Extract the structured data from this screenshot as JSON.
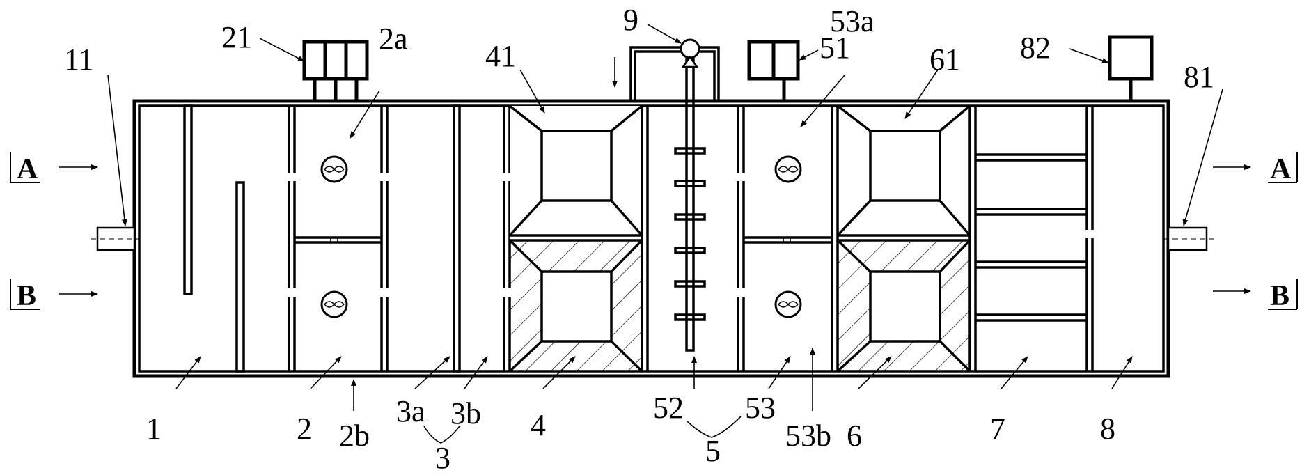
{
  "labels": {
    "l1": "1",
    "l2": "2",
    "l2a": "2a",
    "l2b": "2b",
    "l3": "3",
    "l3a": "3a",
    "l3b": "3b",
    "l4": "4",
    "l41": "41",
    "l5": "5",
    "l51": "51",
    "l52": "52",
    "l53": "53",
    "l53a": "53a",
    "l53b": "53b",
    "l6": "6",
    "l61": "61",
    "l7": "7",
    "l8": "8",
    "l9": "9",
    "l11": "11",
    "l21": "21",
    "l81": "81",
    "l82": "82"
  },
  "sections": {
    "a": "A",
    "b": "B"
  },
  "icons": {
    "aerator": "aerator-icon",
    "pump": "pump-icon",
    "blower": "blower-icon",
    "controller": "controller-box-icon"
  }
}
